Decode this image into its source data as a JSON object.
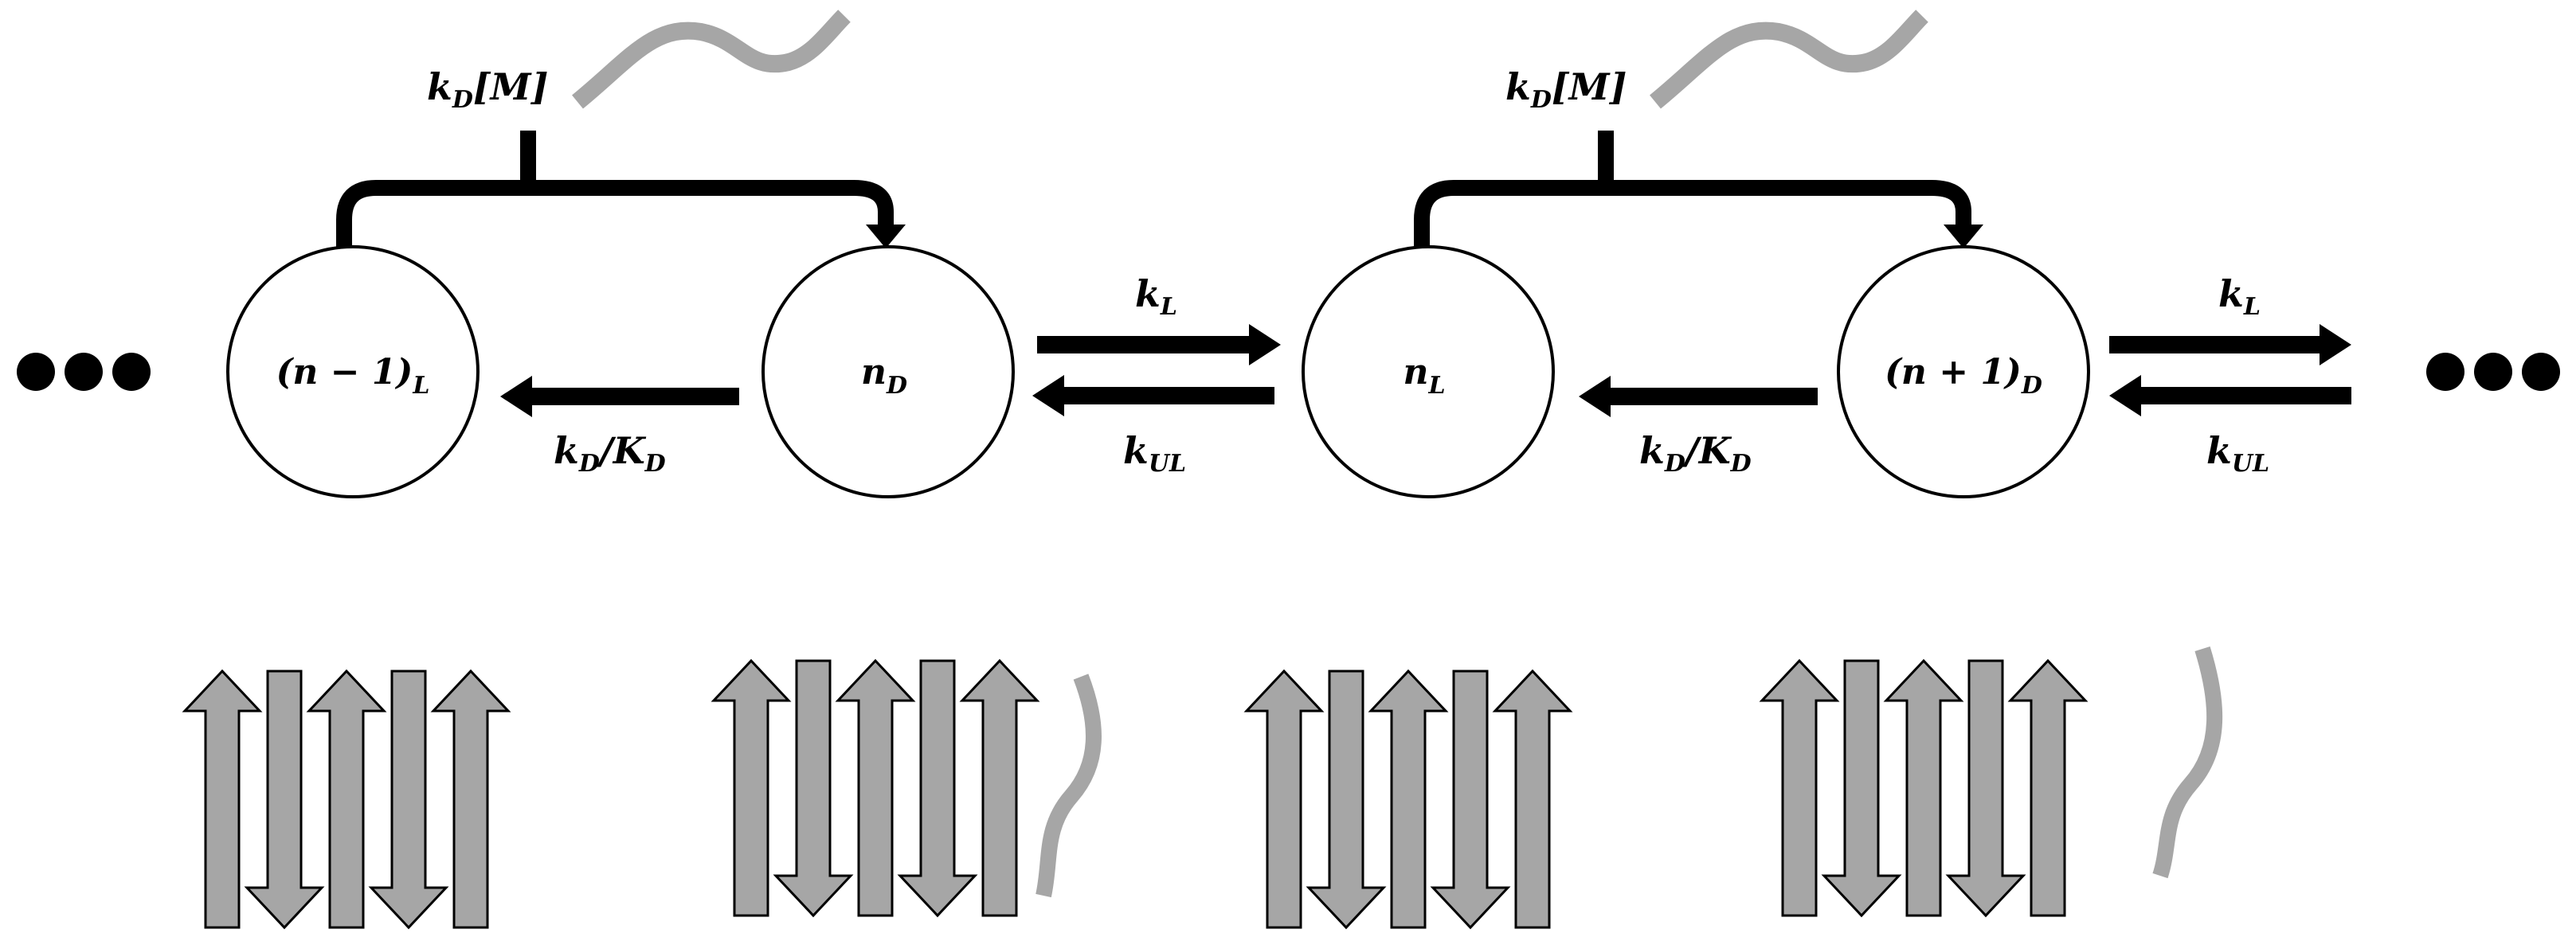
{
  "states": [
    {
      "id": "n_minus_1_L",
      "main": "(n − 1)",
      "sub": "L"
    },
    {
      "id": "n_D",
      "main": "n",
      "sub": "D"
    },
    {
      "id": "n_L",
      "main": "n",
      "sub": "L"
    },
    {
      "id": "n_plus_1_D",
      "main": "(n + 1)",
      "sub": "D"
    }
  ],
  "rates": {
    "dock_1": {
      "k": "k",
      "sub": "D",
      "rest": "[M]"
    },
    "dock_2": {
      "k": "k",
      "sub": "D",
      "rest": "[M]"
    },
    "unlock_1": {
      "k": "k",
      "sub": "D",
      "mid": "/K",
      "sub2": "D"
    },
    "unlock_2": {
      "k": "k",
      "sub": "D",
      "mid": "/K",
      "sub2": "D"
    },
    "lock_fwd_1": {
      "k": "k",
      "sub": "L"
    },
    "lock_rev_1": {
      "k": "k",
      "sub": "UL"
    },
    "lock_fwd_2": {
      "k": "k",
      "sub": "L"
    },
    "lock_rev_2": {
      "k": "k",
      "sub": "UL"
    }
  },
  "colors": {
    "ink": "#000000",
    "strand_fill": "#a6a6a6",
    "peptide": "#a6a6a6"
  },
  "icons": {
    "continuation": "ellipsis-dots-icon",
    "strand": "beta-strand-arrow-icon",
    "peptide": "unstructured-peptide-icon"
  }
}
